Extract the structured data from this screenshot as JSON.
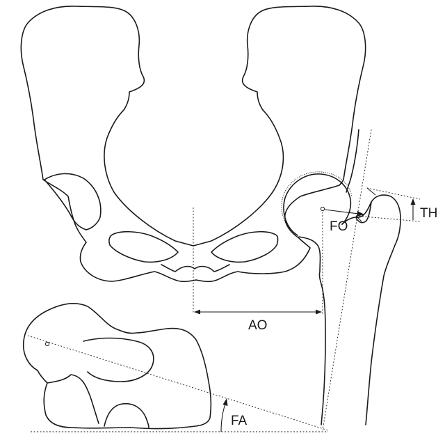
{
  "diagram": {
    "labels": {
      "acetabular_offset": "AO",
      "femoral_offset": "FO",
      "trochanteric_height": "TH",
      "femoral_anteversion": "FA"
    }
  }
}
